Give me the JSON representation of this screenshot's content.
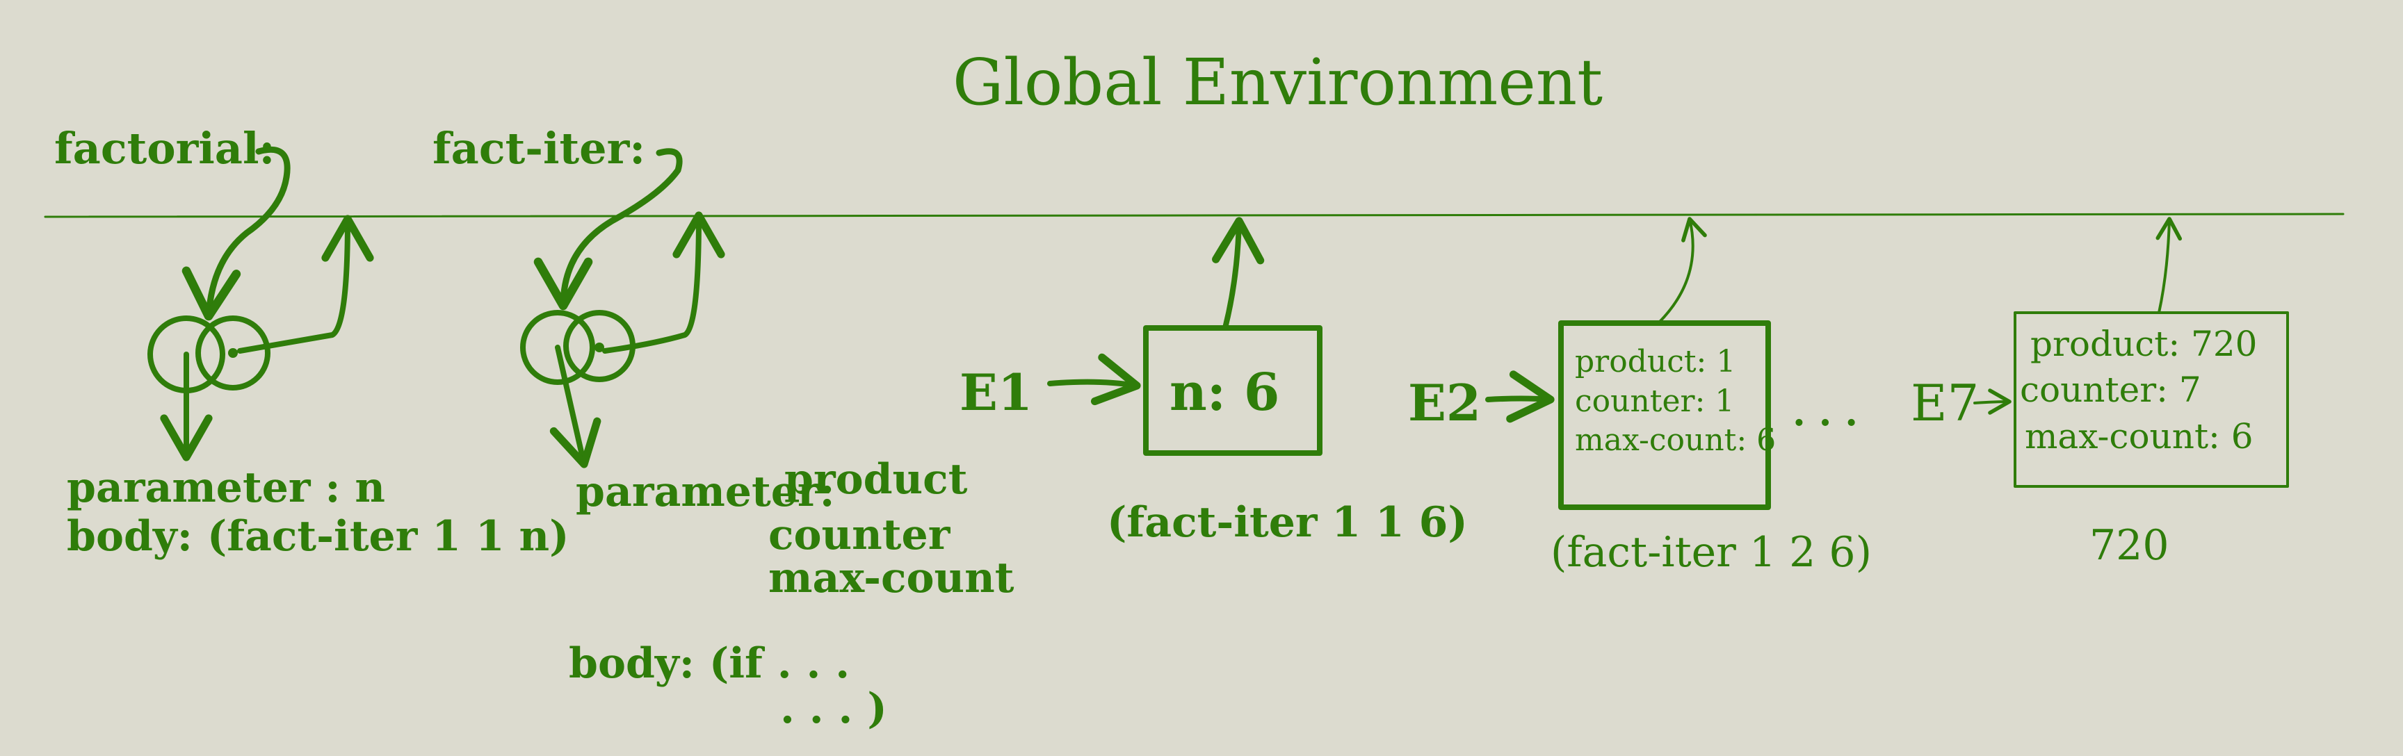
{
  "title": "Global Environment",
  "ink_color": "#2f7d0a",
  "background_color": "#dcdbcf",
  "global_bindings": [
    {
      "name": "factorial:"
    },
    {
      "name": "fact-iter:"
    }
  ],
  "procedures": {
    "factorial": {
      "parameter_line": "parameter : n",
      "body_line": "body: (fact-iter 1 1 n)"
    },
    "fact_iter": {
      "parameter_label": "parameter:",
      "parameters": [
        "product",
        "counter",
        "max-count"
      ],
      "body_line1": "body: (if . . .",
      "body_line2": ". . . )"
    }
  },
  "environments": [
    {
      "label": "E1",
      "lines": [
        "n: 6"
      ],
      "call": "(fact-iter 1 1 6)"
    },
    {
      "label": "E2",
      "lines": [
        "product: 1",
        "counter: 1",
        "max-count: 6"
      ],
      "call": "(fact-iter 1 2 6)"
    },
    {
      "label": "E7",
      "lines": [
        "product: 720",
        "counter: 7",
        "max-count: 6"
      ],
      "call": "720"
    }
  ],
  "ellipsis": ". . ."
}
